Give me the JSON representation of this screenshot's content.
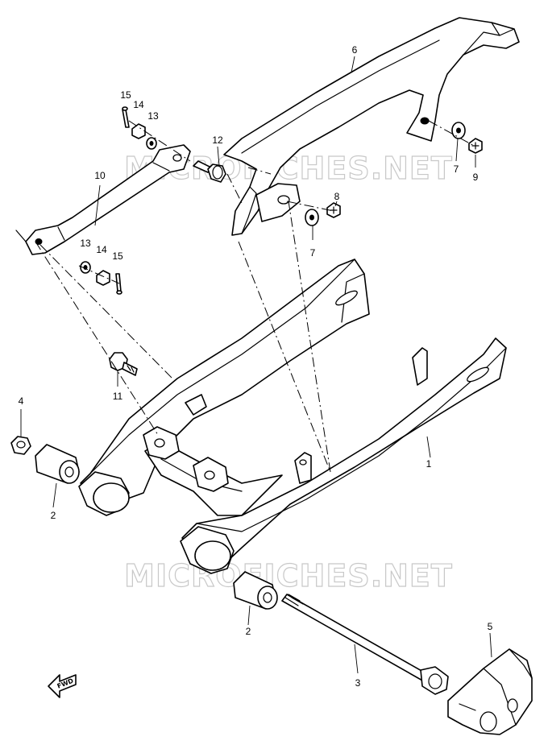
{
  "watermark": "MICROFICHES.NET",
  "fwd_label": "FWD",
  "callouts": {
    "c1": "1",
    "c2a": "2",
    "c2b": "2",
    "c3": "3",
    "c4": "4",
    "c5": "5",
    "c6": "6",
    "c7a": "7",
    "c7b": "7",
    "c8": "8",
    "c9": "9",
    "c10": "10",
    "c11": "11",
    "c12": "12",
    "c13a": "13",
    "c13b": "13",
    "c14a": "14",
    "c14b": "14",
    "c15a": "15",
    "c15b": "15"
  }
}
